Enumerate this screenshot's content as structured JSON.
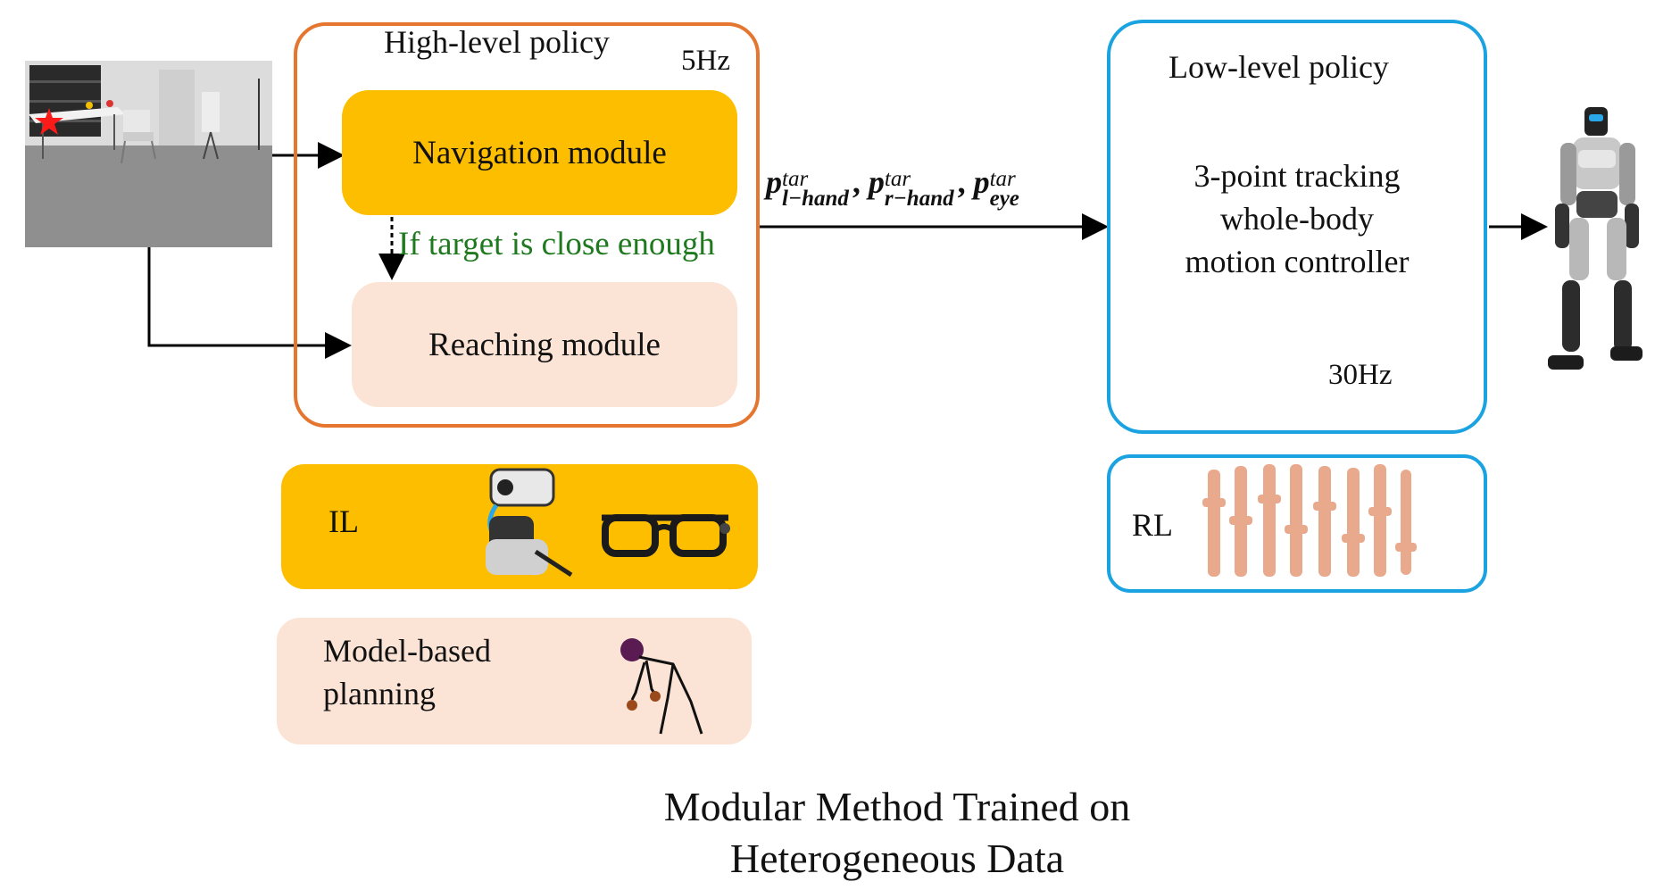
{
  "high_level": {
    "title": "High-level policy",
    "rate": "5Hz",
    "navigation": "Navigation module",
    "condition": "If target is close enough",
    "reaching": "Reaching module"
  },
  "signal": {
    "symbol": "p",
    "sup": "tar",
    "subs": [
      "l−hand",
      "r−hand",
      "eye"
    ],
    "sep": ","
  },
  "low_level": {
    "title": "Low-level policy",
    "desc_line1": "3-point tracking",
    "desc_line2": "whole-body",
    "desc_line3": "motion controller",
    "rate": "30Hz"
  },
  "data_sources": {
    "il": "IL",
    "mbp": "Model-based planning",
    "rl": "RL"
  },
  "caption": {
    "line1": "Modular Method Trained on",
    "line2": "Heterogeneous Data"
  },
  "colors": {
    "orange_border": "#E4762F",
    "blue_border": "#1BA3E1",
    "gold": "#FEBE00",
    "peach": "#FBE4D6",
    "green_text": "#1F7A1F"
  }
}
